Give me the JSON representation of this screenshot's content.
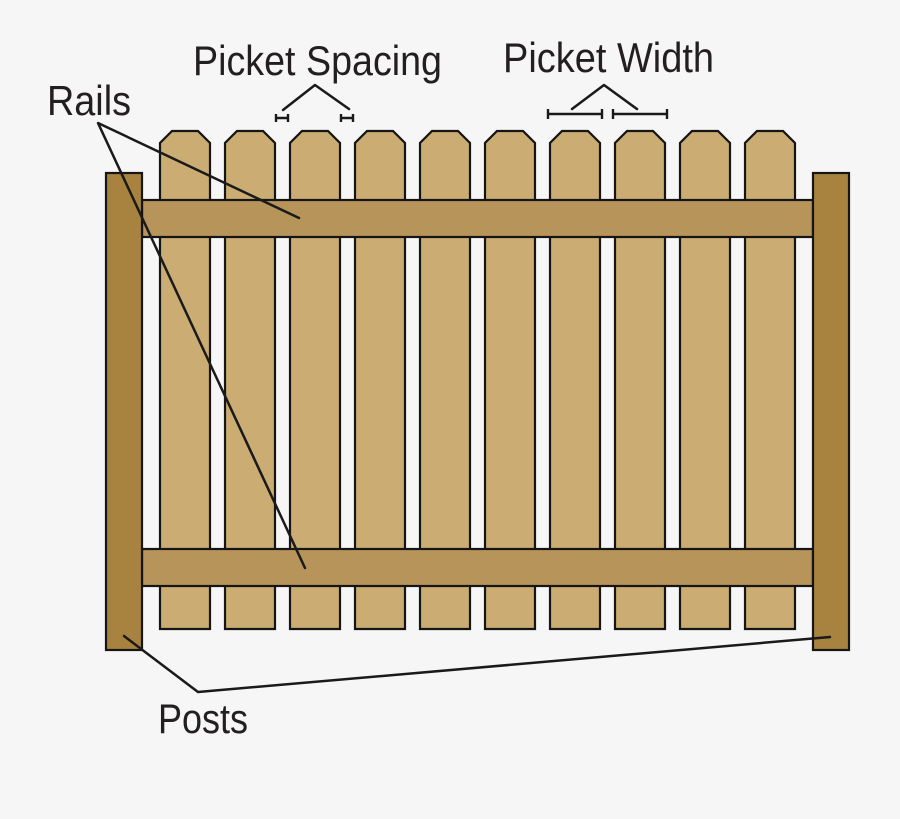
{
  "diagram": {
    "type": "fence-anatomy",
    "background_color": "#f6f6f6",
    "outline_color": "#151515",
    "line_color": "#1a1a1a",
    "text_color": "#231f20",
    "labels": {
      "rails": "Rails",
      "picket_spacing": "Picket Spacing",
      "picket_width": "Picket Width",
      "posts": "Posts"
    },
    "colors": {
      "picket": "#cbac72",
      "rail": "#b6945a",
      "post": "#a8823f"
    },
    "parts": {
      "picket_count": 10,
      "rail_count": 2,
      "post_count": 2
    }
  }
}
